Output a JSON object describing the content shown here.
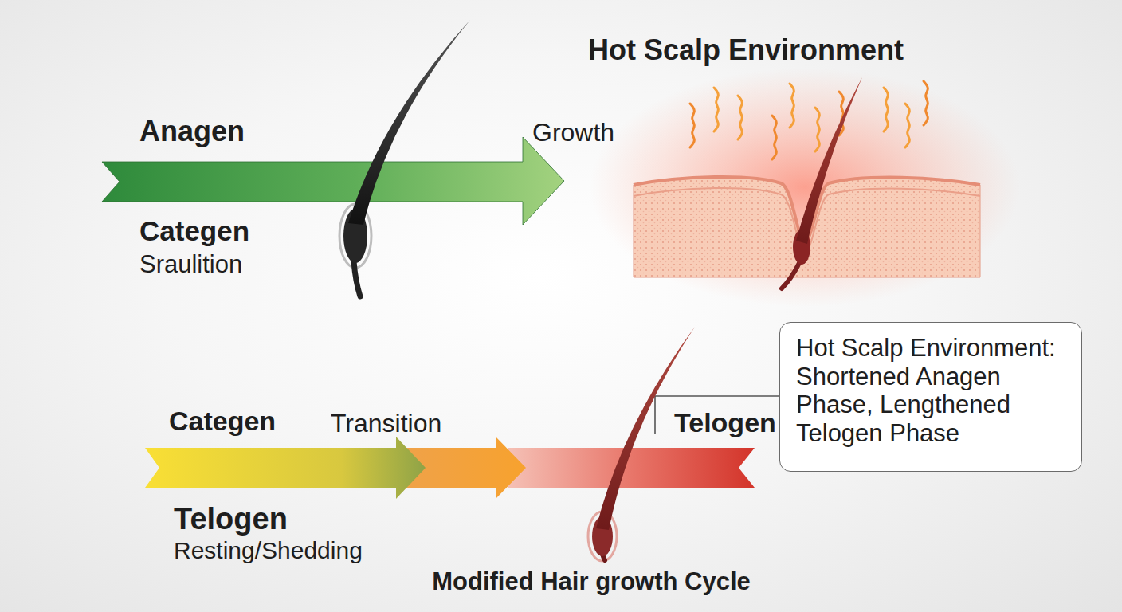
{
  "diagram": {
    "caption": "Modified Hair growth Cycle",
    "nodes": [
      {
        "text": [
          "Anagen"
        ]
      },
      {
        "text": [
          "Hot Scalp Environment"
        ]
      },
      {
        "text": [
          "Categen",
          "Transition",
          "Telogen"
        ]
      },
      {
        "text": [
          "Hot Scalp Environment: Shortened Anagen Phase, Lengthened Telogen Phase"
        ]
      }
    ],
    "edges": [
      {
        "from": 3,
        "to": 2,
        "arrow": "none"
      }
    ],
    "labels": [
      "Growth",
      "Categen",
      "Sraulition",
      "Telogen",
      "Resting/Shedding"
    ]
  }
}
